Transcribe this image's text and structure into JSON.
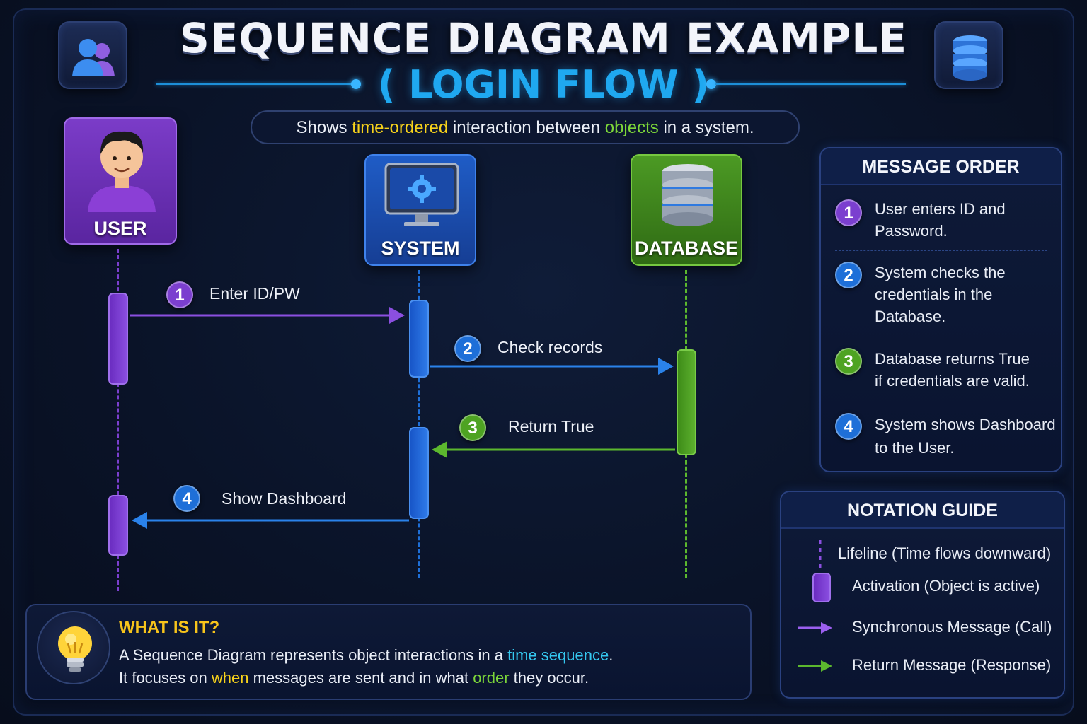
{
  "header": {
    "title": "SEQUENCE DIAGRAM EXAMPLE",
    "subtitle": "( LOGIN FLOW )",
    "tagline": {
      "part1": "Shows ",
      "highlight1": "time-ordered",
      "part2": " interaction between ",
      "highlight2": "objects",
      "part3": " in a system."
    }
  },
  "actors": {
    "user": {
      "label": "USER",
      "color": "#6a2fb0"
    },
    "system": {
      "label": "SYSTEM",
      "color": "#1c4fb0"
    },
    "database": {
      "label": "DATABASE",
      "color": "#3d8a1e"
    }
  },
  "messages": [
    {
      "number": "1",
      "label": "Enter ID/PW",
      "color": "#7b3fcf"
    },
    {
      "number": "2",
      "label": "Check records",
      "color": "#1e6fd8"
    },
    {
      "number": "3",
      "label": "Return True",
      "color": "#4ea322"
    },
    {
      "number": "4",
      "label": "Show Dashboard",
      "color": "#1e6fd8"
    }
  ],
  "message_order": {
    "title": "MESSAGE ORDER",
    "items": [
      {
        "number": "1",
        "line1": "User enters ID and",
        "line2": "Password.",
        "line3": "",
        "color": "#7b3fcf"
      },
      {
        "number": "2",
        "line1": "System checks the",
        "line2": "credentials in the",
        "line3": "Database.",
        "color": "#1e6fd8"
      },
      {
        "number": "3",
        "line1": "Database returns True",
        "line2": "if credentials are valid.",
        "line3": "",
        "color": "#4ea322"
      },
      {
        "number": "4",
        "line1": "System shows Dashboard",
        "line2": "to the User.",
        "line3": "",
        "color": "#1e6fd8"
      }
    ]
  },
  "notation_guide": {
    "title": "NOTATION GUIDE",
    "items": [
      {
        "icon": "lifeline-icon",
        "label": "Lifeline (Time flows downward)"
      },
      {
        "icon": "activation-icon",
        "label": "Activation (Object is active)"
      },
      {
        "icon": "sync-arrow-icon",
        "label": "Synchronous Message (Call)"
      },
      {
        "icon": "return-arrow-icon",
        "label": "Return Message (Response)"
      }
    ]
  },
  "info": {
    "title": "WHAT IS IT?",
    "line1_part1": "A Sequence Diagram represents object interactions in a ",
    "line1_highlight": "time sequence",
    "line1_part2": ".",
    "line2_part1": "It focuses on ",
    "line2_highlight1": "when",
    "line2_part2": " messages are sent and in what ",
    "line2_highlight2": "order",
    "line2_part3": " they occur."
  },
  "colors": {
    "accent_blue": "#1fa8f0",
    "purple": "#7b3fcf",
    "blue": "#1e6fd8",
    "green": "#4ea322",
    "highlight_yellow": "#f7d21b"
  }
}
